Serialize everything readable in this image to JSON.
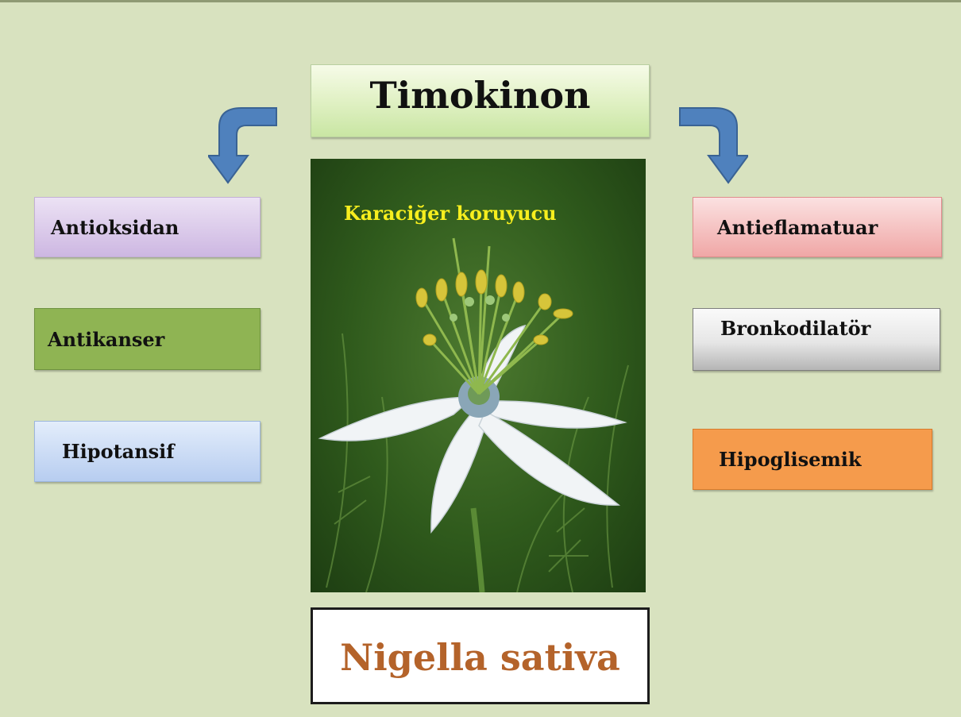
{
  "center_title": "Timokinon",
  "photo_caption": "Karaciğer koruyucu",
  "species_name": "Nigella sativa",
  "left_effects": [
    "Antioksidan",
    "Antikanser",
    "Hipotansif"
  ],
  "right_effects": [
    "Antieflamatuar",
    "Bronkodilatör",
    "Hipoglisemik"
  ],
  "colors": {
    "background": "#d8e2bf",
    "antioksidan": "#cdb7e2",
    "antikanser": "#8fb453",
    "hipotansif": "#b7cdf0",
    "antieflamatuar": "#f0a7a6",
    "bronkodilator": "#d0d0d0",
    "hipoglisemik": "#f59b4c",
    "arrow": "#4f81bd",
    "caption": "#f7ee1e",
    "species": "#b4632a"
  },
  "icons": {
    "left_arrow": "curved-arrow-down-left",
    "right_arrow": "curved-arrow-down-right",
    "photo": "nigella-flower-photo"
  }
}
